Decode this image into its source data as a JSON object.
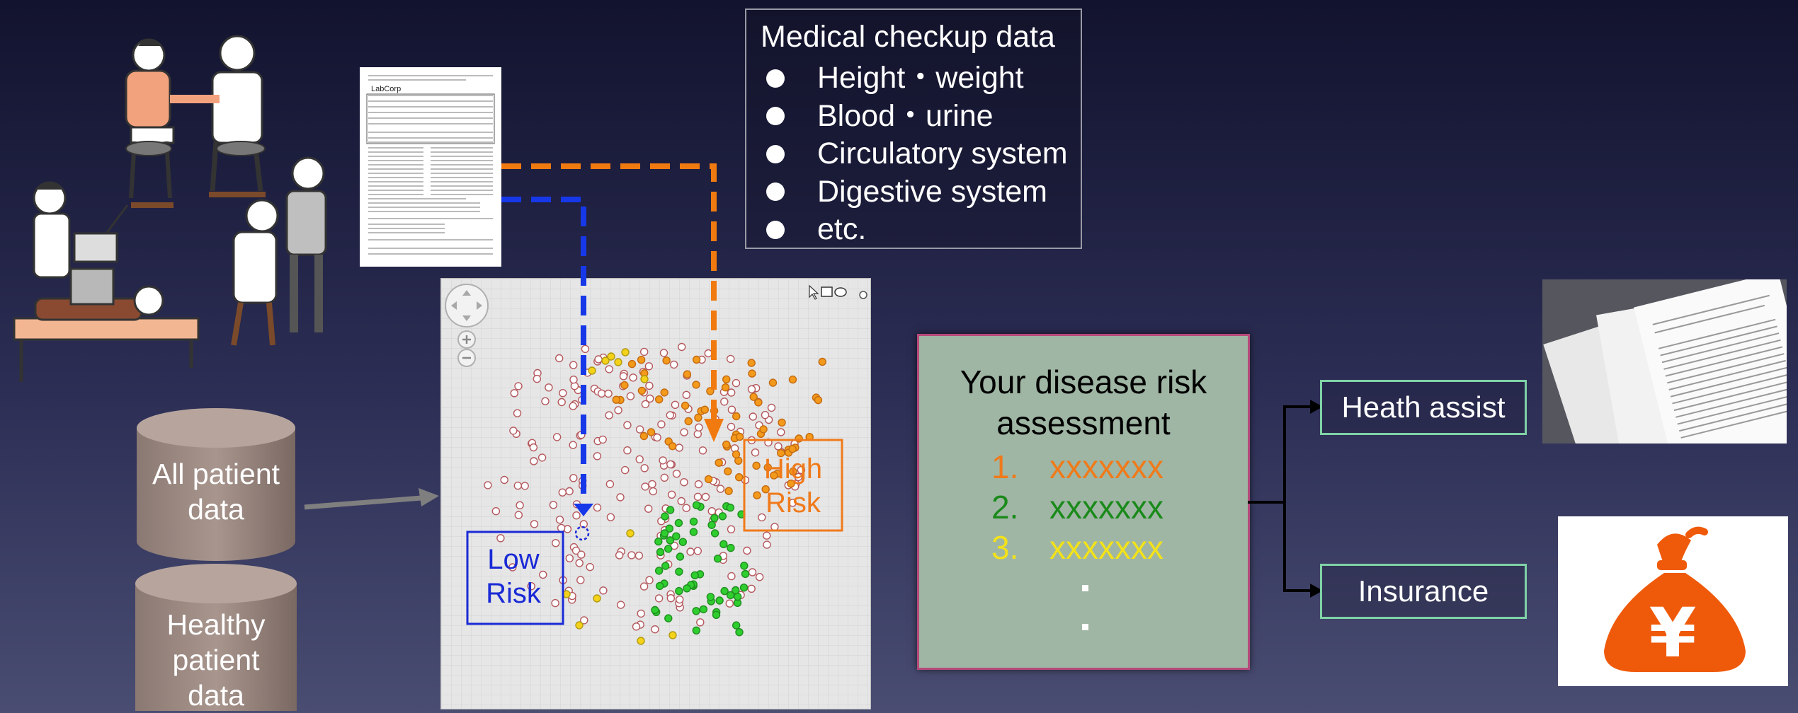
{
  "checkup": {
    "title": "Medical checkup data",
    "items": [
      "Height・weight",
      "Blood・urine",
      "Circulatory system",
      "Digestive system",
      "etc."
    ]
  },
  "databases": {
    "all": "All patient\ndata",
    "healthy": "Healthy\npatient\ndata"
  },
  "scatter": {
    "low_risk_label": "Low\nRisk",
    "high_risk_label": "High\nRisk"
  },
  "assessment": {
    "title": "Your disease risk\nassessment",
    "ranks": [
      {
        "num": "1.",
        "text": "xxxxxxx",
        "color": "#f07a1a"
      },
      {
        "num": "2.",
        "text": "xxxxxxx",
        "color": "#1a8a1a"
      },
      {
        "num": "3.",
        "text": "xxxxxxx",
        "color": "#f2e21a"
      }
    ]
  },
  "outputs": {
    "health_assist": "Heath assist",
    "insurance": "Insurance"
  },
  "document": {
    "header": "LabCorp"
  },
  "money_bag": {
    "symbol": "¥"
  },
  "colors": {
    "orange": "#f39a1c",
    "orange_arrow": "#f07a10",
    "blue_arrow": "#1638e8",
    "green": "#2fce2f",
    "yellow": "#f5d21a",
    "white_dot": "#ffffff",
    "low_risk": "#1a2ad6",
    "high_risk": "#f07a1a",
    "box_border": "#7fd2a6"
  }
}
